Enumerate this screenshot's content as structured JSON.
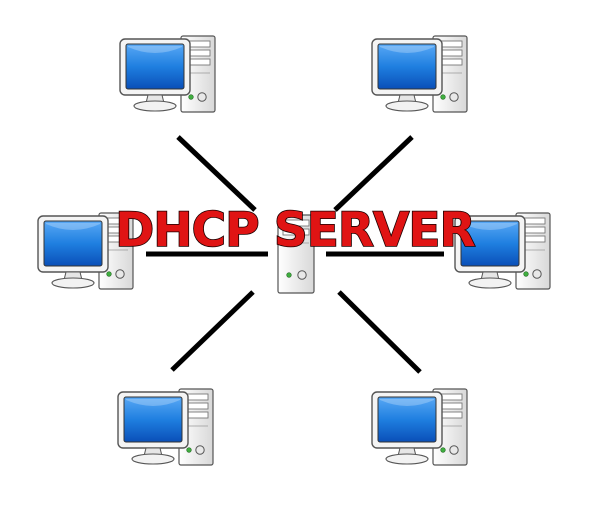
{
  "diagram": {
    "title": "DHCP SERVER",
    "nodes": [
      {
        "id": "client-top-left",
        "role": "client"
      },
      {
        "id": "client-top-right",
        "role": "client"
      },
      {
        "id": "client-middle-left",
        "role": "client"
      },
      {
        "id": "client-middle-right",
        "role": "client"
      },
      {
        "id": "client-bottom-left",
        "role": "client"
      },
      {
        "id": "client-bottom-right",
        "role": "client"
      },
      {
        "id": "server-center",
        "role": "server"
      }
    ],
    "links": [
      {
        "from": "server-center",
        "to": "client-top-left"
      },
      {
        "from": "server-center",
        "to": "client-top-right"
      },
      {
        "from": "server-center",
        "to": "client-middle-left"
      },
      {
        "from": "server-center",
        "to": "client-middle-right"
      },
      {
        "from": "server-center",
        "to": "client-bottom-left"
      },
      {
        "from": "server-center",
        "to": "client-bottom-right"
      }
    ]
  },
  "colors": {
    "screen": "#1f7fe0",
    "screen_dark": "#0a4fb8",
    "title_fill": "#e01414",
    "line": "#000000",
    "case": "#eeeeee",
    "led": "#3fae3f"
  },
  "icons": {
    "client": "desktop-computer-icon",
    "server": "server-tower-icon"
  }
}
